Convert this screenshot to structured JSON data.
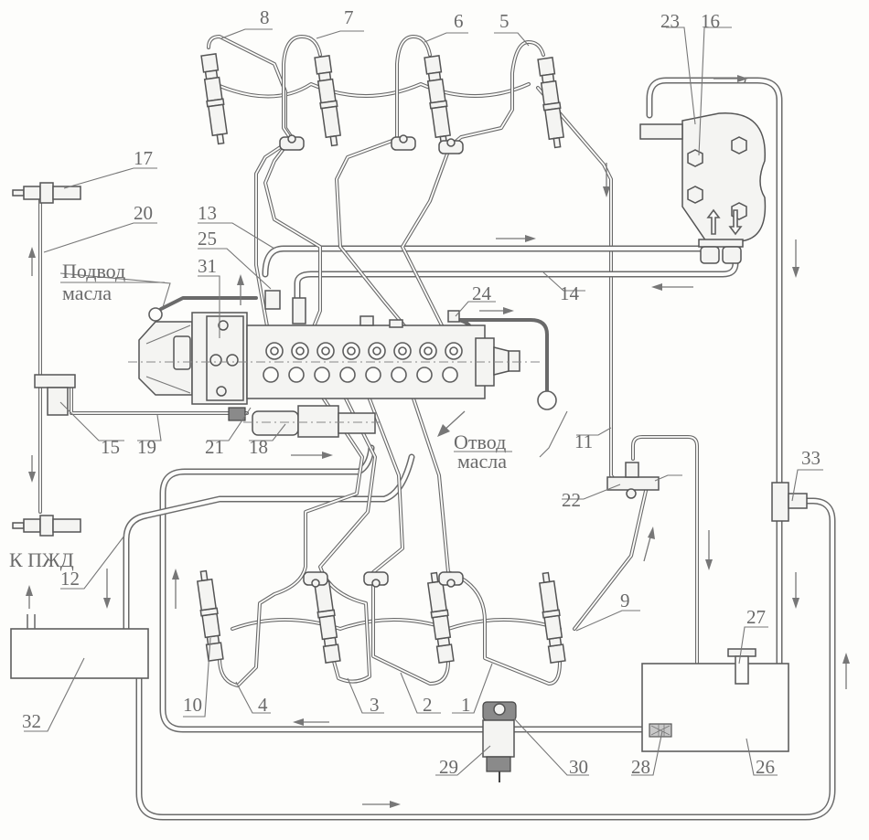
{
  "diagram": {
    "title": "Fuel system schematic",
    "callouts": {
      "n1": "1",
      "n2": "2",
      "n3": "3",
      "n4": "4",
      "n5": "5",
      "n6": "6",
      "n7": "7",
      "n8": "8",
      "n9": "9",
      "n10": "10",
      "n11": "11",
      "n12": "12",
      "n13": "13",
      "n14": "14",
      "n15": "15",
      "n16": "16",
      "n17": "17",
      "n18": "18",
      "n19": "19",
      "n20": "20",
      "n21": "21",
      "n22": "22",
      "n23": "23",
      "n24": "24",
      "n25": "25",
      "n26": "26",
      "n27": "27",
      "n28": "28",
      "n29": "29",
      "n30": "30",
      "n31": "31",
      "n32": "32",
      "n33": "33"
    },
    "captions": {
      "oil_supply_line1": "Подвод",
      "oil_supply_line2": "масла",
      "oil_return_line1": "Отвод",
      "oil_return_line2": "масла",
      "to_heater": "К ПЖД"
    }
  }
}
